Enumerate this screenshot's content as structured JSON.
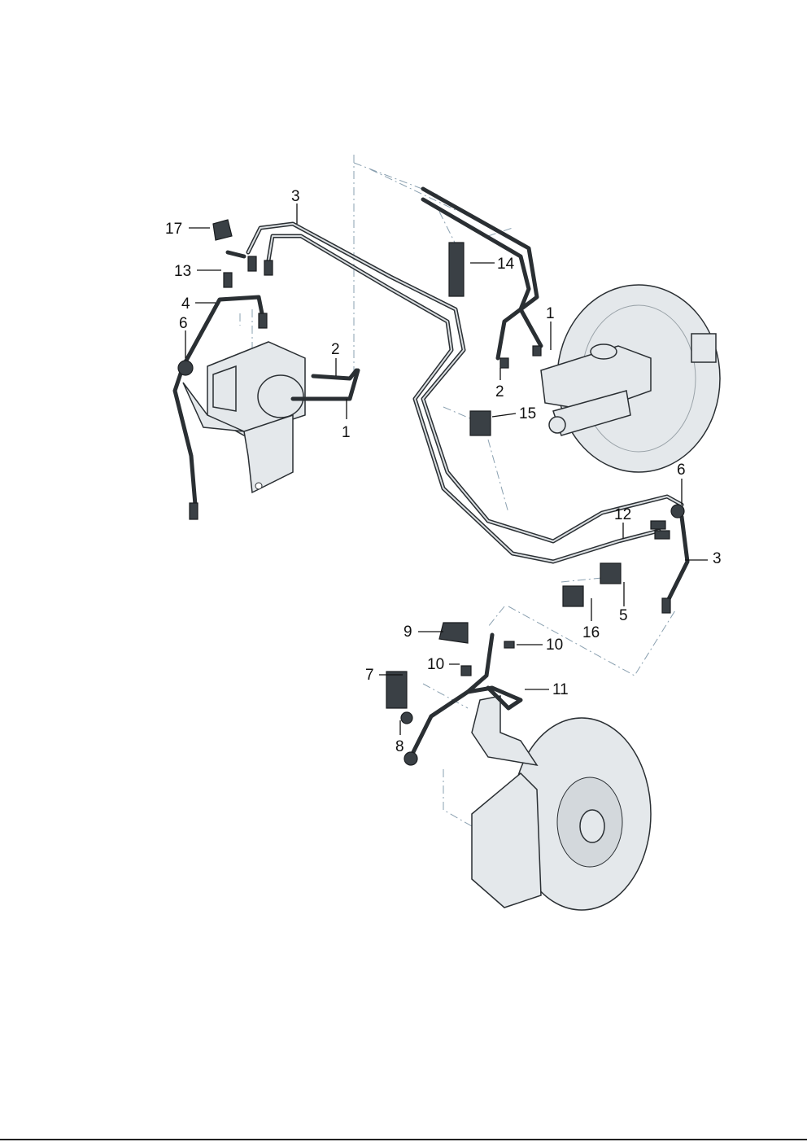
{
  "diagram": {
    "title": "Brake lines - exploded parts view",
    "callouts": [
      {
        "id": "c17",
        "text": "17"
      },
      {
        "id": "c13",
        "text": "13"
      },
      {
        "id": "c3a",
        "text": "3"
      },
      {
        "id": "c4",
        "text": "4"
      },
      {
        "id": "c6a",
        "text": "6"
      },
      {
        "id": "c2a",
        "text": "2"
      },
      {
        "id": "c1a",
        "text": "1"
      },
      {
        "id": "c14",
        "text": "14"
      },
      {
        "id": "c1b",
        "text": "1"
      },
      {
        "id": "c2b",
        "text": "2"
      },
      {
        "id": "c15",
        "text": "15"
      },
      {
        "id": "c6b",
        "text": "6"
      },
      {
        "id": "c12",
        "text": "12"
      },
      {
        "id": "c3b",
        "text": "3"
      },
      {
        "id": "c5",
        "text": "5"
      },
      {
        "id": "c16",
        "text": "16"
      },
      {
        "id": "c9",
        "text": "9"
      },
      {
        "id": "c10a",
        "text": "10"
      },
      {
        "id": "c10b",
        "text": "10"
      },
      {
        "id": "c7",
        "text": "7"
      },
      {
        "id": "c11",
        "text": "11"
      },
      {
        "id": "c8",
        "text": "8"
      }
    ]
  }
}
